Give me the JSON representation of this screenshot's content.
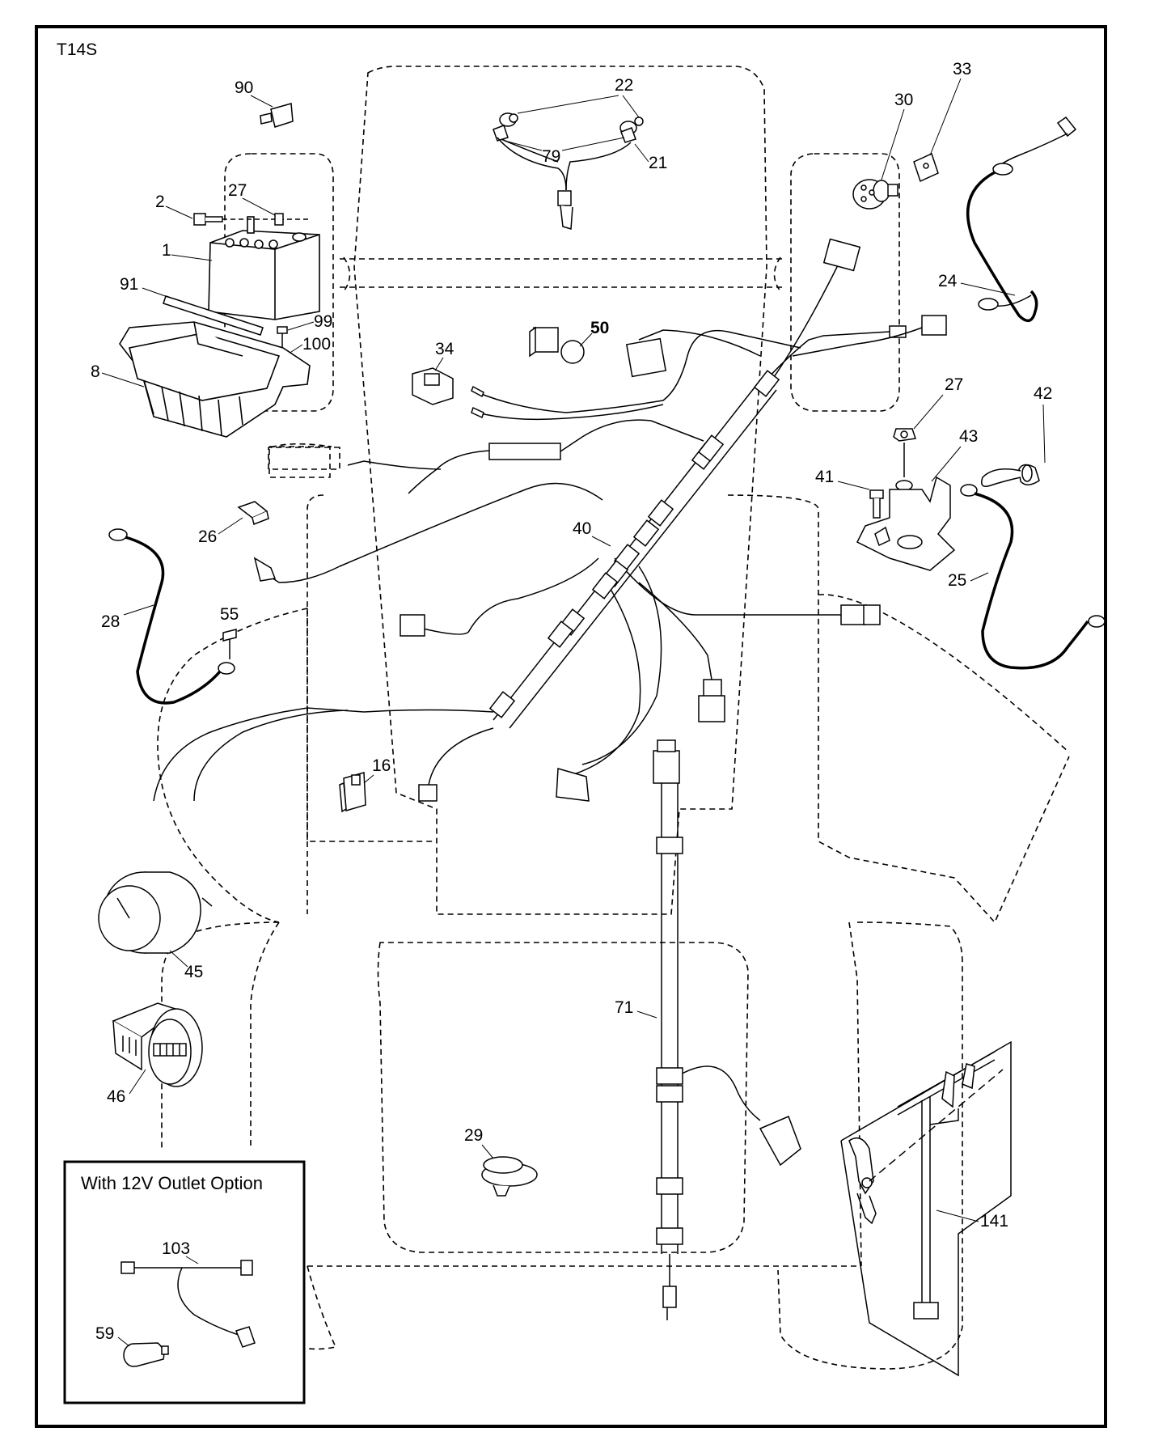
{
  "diagram": {
    "code": "T14S",
    "inset_title": "With 12V Outlet Option",
    "callouts": {
      "p90": "90",
      "p22": "22",
      "p79": "79",
      "p21": "21",
      "p30": "30",
      "p33": "33",
      "p27a": "27",
      "p2": "2",
      "p1": "1",
      "p91": "91",
      "p99": "99",
      "p100": "100",
      "p8": "8",
      "p34": "34",
      "p50": "50",
      "p24": "24",
      "p27b": "27",
      "p42": "42",
      "p43": "43",
      "p41": "41",
      "p26": "26",
      "p40": "40",
      "p25": "25",
      "p28": "28",
      "p55": "55",
      "p16": "16",
      "p45": "45",
      "p71": "71",
      "p46": "46",
      "p29": "29",
      "p141": "141",
      "p103": "103",
      "p59": "59"
    }
  }
}
